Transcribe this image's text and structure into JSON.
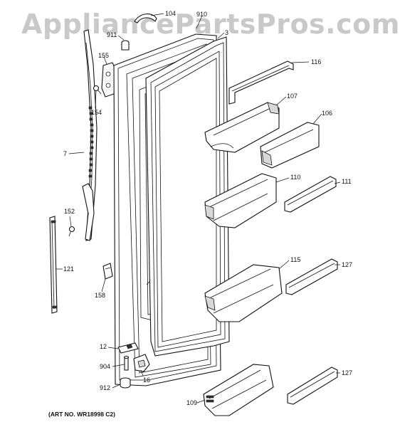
{
  "watermark": "AppliancePartsPros.com",
  "art_number": "(ART NO. WR18998 C2)",
  "parts": {
    "p104": "104",
    "p910": "910",
    "p3": "3",
    "p911": "911",
    "p155": "155",
    "p154": "154",
    "p7": "7",
    "p116": "116",
    "p107": "107",
    "p106": "106",
    "p110": "110",
    "p111": "111",
    "p152": "152",
    "p121": "121",
    "p158": "158",
    "p115": "115",
    "p127a": "127",
    "p12": "12",
    "p904": "904",
    "p16": "16",
    "p912": "912",
    "p127b": "127",
    "p109": "109"
  }
}
